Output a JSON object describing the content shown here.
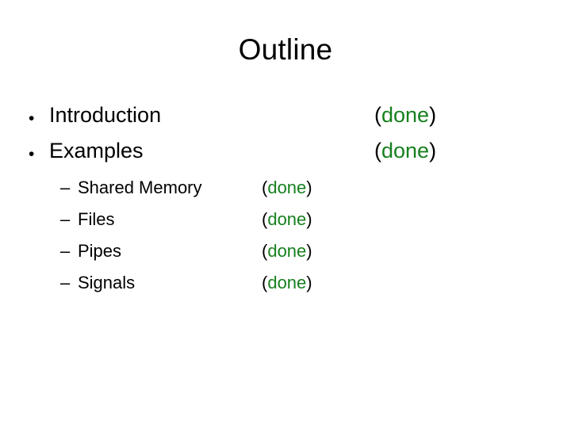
{
  "slide": {
    "title": "Outline",
    "background_color": "#ffffff",
    "text_color": "#000000",
    "status_color": "#17801e",
    "bullet_glyph_level1": "•",
    "bullet_glyph_level2": "–",
    "status_open_paren": "(",
    "status_close_paren": ")",
    "items": [
      {
        "label": "Introduction",
        "status_word": "done",
        "level": 1
      },
      {
        "label": "Examples",
        "status_word": "done",
        "level": 1
      }
    ],
    "subitems": [
      {
        "label": "Shared Memory",
        "status_word": "done",
        "level": 2
      },
      {
        "label": "Files",
        "status_word": "done",
        "level": 2
      },
      {
        "label": "Pipes",
        "status_word": "done",
        "level": 2
      },
      {
        "label": "Signals",
        "status_word": "done",
        "level": 2
      }
    ]
  }
}
